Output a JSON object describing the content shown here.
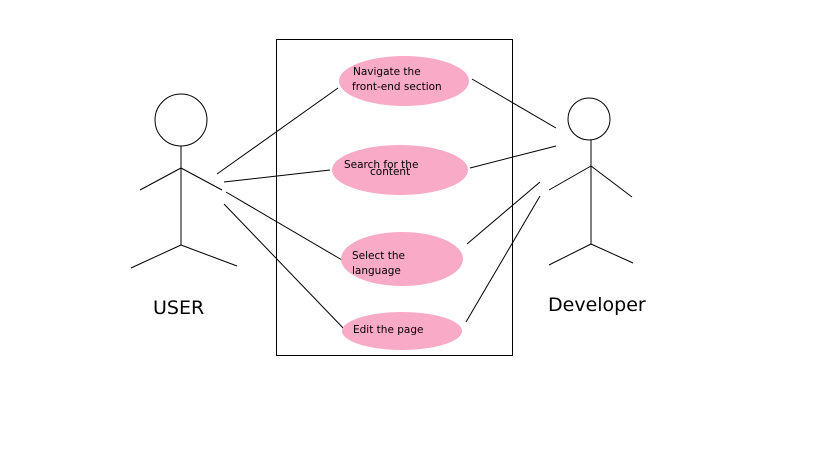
{
  "actors": {
    "user": {
      "name": "USER"
    },
    "developer": {
      "name": "Developer"
    }
  },
  "use_cases": [
    {
      "id": "navigate",
      "lines": [
        "Navigate the",
        "front-end section"
      ]
    },
    {
      "id": "search",
      "lines": [
        "Search for the",
        "content"
      ]
    },
    {
      "id": "language",
      "lines": [
        "Select the",
        "language"
      ]
    },
    {
      "id": "edit",
      "lines": [
        "Edit the page"
      ]
    }
  ],
  "colors": {
    "use_case_fill": "#f9aac6",
    "line": "#000000"
  }
}
